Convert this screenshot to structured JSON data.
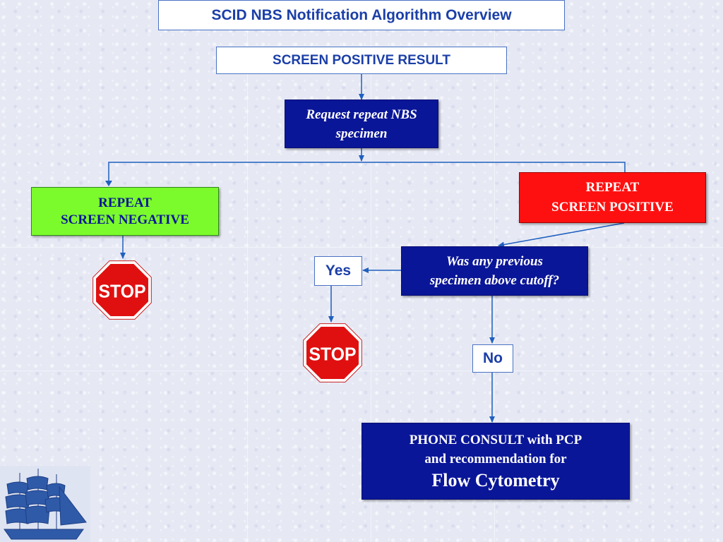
{
  "title": "SCID NBS Notification Algorithm Overview",
  "nodes": {
    "screen_positive": "SCREEN POSITIVE RESULT",
    "request_repeat": [
      "Request repeat NBS",
      "specimen"
    ],
    "repeat_negative": [
      "REPEAT",
      "SCREEN NEGATIVE"
    ],
    "repeat_positive": [
      "REPEAT",
      "SCREEN POSITIVE"
    ],
    "question": [
      "Was any previous",
      "specimen above cutoff?"
    ],
    "yes_label": "Yes",
    "no_label": "No",
    "consult": [
      "PHONE CONSULT with PCP",
      "and recommendation for",
      "Flow Cytometry"
    ]
  },
  "stop_sign_text": "STOP",
  "colors": {
    "navy": "#0a1698",
    "green": "#7cfb2c",
    "red": "#ff1010",
    "connector": "#1f5fbf",
    "title_text": "#1b3fa8"
  }
}
